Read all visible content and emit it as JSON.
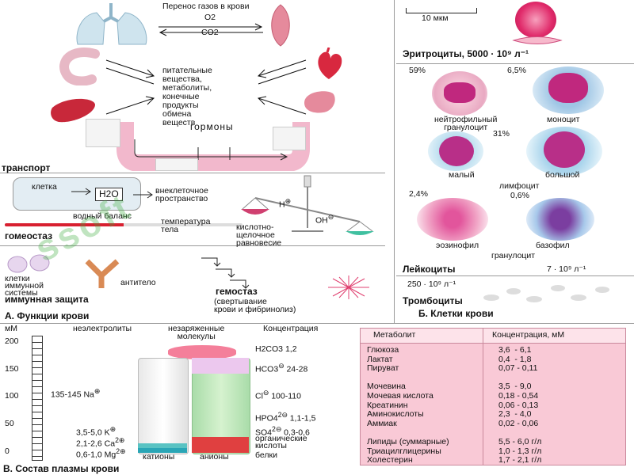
{
  "colors": {
    "pink_cell": "#e0306e",
    "pink_light": "#f7b9cc",
    "table_bg": "#f9c9d6",
    "table_head": "#fde3ea",
    "green": "#7fd17f",
    "red": "#e04040",
    "cyan": "#59c3c3"
  },
  "panel_a": {
    "transport": {
      "gas_title": "Перенос газов в крови",
      "o2": "O2",
      "co2": "CO2",
      "nutrients": [
        "питательные",
        "вещества,",
        "метаболиты,",
        "конечные",
        "продукты",
        "обмена",
        "веществ"
      ],
      "hormones": "гормоны",
      "label": "транспорт"
    },
    "homeostasis": {
      "cell": "клетка",
      "h2o": "H2O",
      "extracellular": [
        "внеклеточное",
        "пространство"
      ],
      "water_balance": "водный баланс",
      "temperature": [
        "температура",
        "тела"
      ],
      "h_plus": "H",
      "oh_minus": "OH",
      "acid_base": [
        "кислотно-",
        "щелочное",
        "равновесие"
      ],
      "label": "гомеостаз"
    },
    "immune": {
      "cells": [
        "клетки",
        "иммунной",
        "системы"
      ],
      "antibody": "антитело",
      "label": "иммунная защита",
      "hemostasis": "гемостаз",
      "hemostasis_sub": [
        "(свертывание",
        "крови и фибринолиз)"
      ]
    },
    "caption": "А. Функции крови"
  },
  "panel_b": {
    "scale": "10 мкм",
    "erythrocytes": "Эритроциты, 5000 · 10⁹ л⁻¹",
    "p59": "59%",
    "p65": "6,5%",
    "neutrophil": [
      "нейтрофильный",
      "гранулоцит"
    ],
    "monocyte": "моноцит",
    "p31": "31%",
    "small": "малый",
    "large": "большой",
    "lymphocyte": "лимфоцит",
    "p24": "2,4%",
    "p06": "0,6%",
    "eosinophil": "эозинофил",
    "basophil": "базофил",
    "granulocyte": "гранулоцит",
    "leukocytes": "Лейкоциты",
    "leuk_value": "7 · 10⁹ л⁻¹",
    "platelet_value": "250 · 10⁹ л⁻¹",
    "platelets": "Тромбоциты",
    "caption": "Б. Клетки крови"
  },
  "panel_c": {
    "unit": "мМ",
    "ticks": [
      "200",
      "150",
      "100",
      "50",
      "0"
    ],
    "nonelectrolytes": "неэлектролиты",
    "uncharged": [
      "незаряженные",
      "молекулы"
    ],
    "concentration": "Концентрация",
    "cations": [
      {
        "range": "135-145",
        "ion": "Na"
      },
      {
        "range": "3,5-5,0",
        "ion": "K"
      },
      {
        "range": "2,1-2,6",
        "ion": "Ca"
      },
      {
        "range": "0,6-1,0",
        "ion": "Mg"
      }
    ],
    "anions": [
      {
        "ion": "H2CO3",
        "range": "1,2"
      },
      {
        "ion": "HCO3",
        "range": "24-28"
      },
      {
        "ion": "Cl",
        "range": "100-110"
      },
      {
        "ion": "HPO4",
        "range": "1,1-1,5"
      },
      {
        "ion": "SO4",
        "range": "0,3-0,6"
      }
    ],
    "organic_acids": [
      "органические",
      "кислоты"
    ],
    "proteins": "белки",
    "cations_label": "катионы",
    "anions_label": "анионы",
    "caption": "В. Состав плазмы крови"
  },
  "metabolites": {
    "header": [
      "Метаболит",
      "Концентрация, мМ"
    ],
    "rows": [
      [
        "Глюкоза",
        "3,6  - 6,1"
      ],
      [
        "Лактат",
        "0,4  - 1,8"
      ],
      [
        "Пируват",
        "0,07 - 0,11"
      ],
      [
        "",
        ""
      ],
      [
        "Мочевина",
        "3,5  - 9,0"
      ],
      [
        "Мочевая кислота",
        "0,18 - 0,54"
      ],
      [
        "Креатинин",
        "0,06 - 0,13"
      ],
      [
        "Аминокислоты",
        "2,3  - 4,0"
      ],
      [
        "Аммиак",
        "0,02 - 0,06"
      ],
      [
        "",
        ""
      ],
      [
        "Липиды (суммарные)",
        "5,5 - 6,0 г/л"
      ],
      [
        "Триацилглицерины",
        "1,0 - 1,3 г/л"
      ],
      [
        "Холестерин",
        "1,7 - 2,1 г/л"
      ]
    ]
  },
  "watermark": "ssoft"
}
